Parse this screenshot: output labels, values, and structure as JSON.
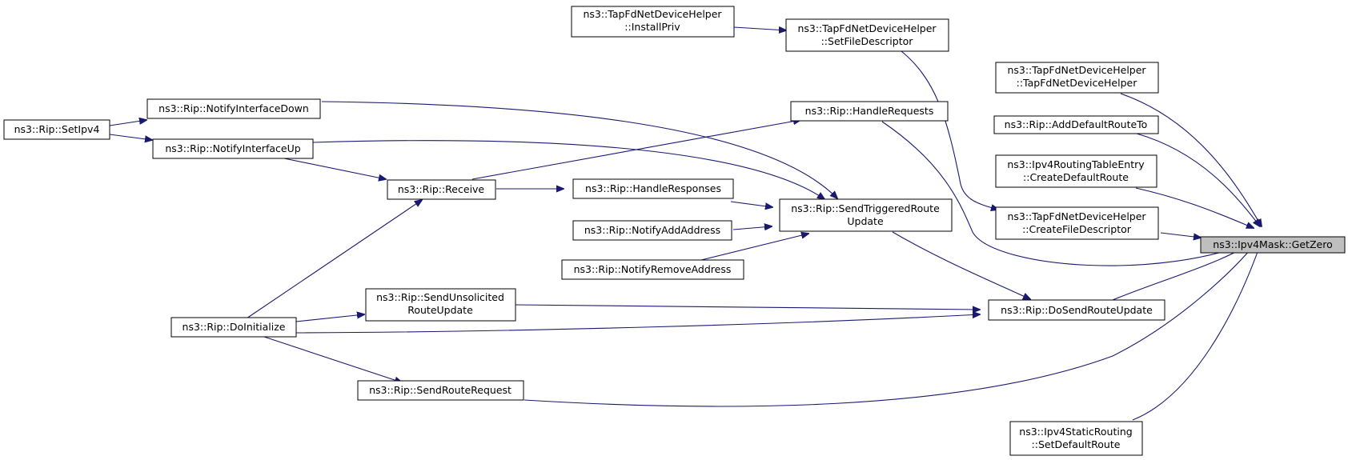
{
  "diagram": {
    "arrow_color": "#191970",
    "focus_fill": "#bfbfbf",
    "nodes": [
      {
        "id": "getzero",
        "lines": [
          "ns3::Ipv4Mask::GetZero"
        ],
        "focus": true
      },
      {
        "id": "tap_installpriv",
        "lines": [
          "ns3::TapFdNetDeviceHelper",
          "::InstallPriv"
        ]
      },
      {
        "id": "tap_setfd",
        "lines": [
          "ns3::TapFdNetDeviceHelper",
          "::SetFileDescriptor"
        ]
      },
      {
        "id": "tap_ctor",
        "lines": [
          "ns3::TapFdNetDeviceHelper",
          "::TapFdNetDeviceHelper"
        ]
      },
      {
        "id": "rip_adddefault",
        "lines": [
          "ns3::Rip::AddDefaultRouteTo"
        ]
      },
      {
        "id": "ipv4rte_createdefault",
        "lines": [
          "ns3::Ipv4RoutingTableEntry",
          "::CreateDefaultRoute"
        ]
      },
      {
        "id": "tap_createfd",
        "lines": [
          "ns3::TapFdNetDeviceHelper",
          "::CreateFileDescriptor"
        ]
      },
      {
        "id": "rip_setipv4",
        "lines": [
          "ns3::Rip::SetIpv4"
        ]
      },
      {
        "id": "rip_ifdown",
        "lines": [
          "ns3::Rip::NotifyInterfaceDown"
        ]
      },
      {
        "id": "rip_ifup",
        "lines": [
          "ns3::Rip::NotifyInterfaceUp"
        ]
      },
      {
        "id": "rip_handlerequests",
        "lines": [
          "ns3::Rip::HandleRequests"
        ]
      },
      {
        "id": "rip_receive",
        "lines": [
          "ns3::Rip::Receive"
        ]
      },
      {
        "id": "rip_handleresponses",
        "lines": [
          "ns3::Rip::HandleResponses"
        ]
      },
      {
        "id": "rip_sendtriggered",
        "lines": [
          "ns3::Rip::SendTriggeredRoute",
          "Update"
        ]
      },
      {
        "id": "rip_notifyadd",
        "lines": [
          "ns3::Rip::NotifyAddAddress"
        ]
      },
      {
        "id": "rip_notifyremove",
        "lines": [
          "ns3::Rip::NotifyRemoveAddress"
        ]
      },
      {
        "id": "rip_sendunsolicited",
        "lines": [
          "ns3::Rip::SendUnsolicited",
          "RouteUpdate"
        ]
      },
      {
        "id": "rip_doinitialize",
        "lines": [
          "ns3::Rip::DoInitialize"
        ]
      },
      {
        "id": "rip_dosend",
        "lines": [
          "ns3::Rip::DoSendRouteUpdate"
        ]
      },
      {
        "id": "rip_sendrequest",
        "lines": [
          "ns3::Rip::SendRouteRequest"
        ]
      },
      {
        "id": "static_setdefault",
        "lines": [
          "ns3::Ipv4StaticRouting",
          "::SetDefaultRoute"
        ]
      }
    ],
    "edges": [
      {
        "from": "tap_installpriv",
        "to": "tap_setfd"
      },
      {
        "from": "tap_setfd",
        "to": "tap_createfd"
      },
      {
        "from": "tap_ctor",
        "to": "getzero"
      },
      {
        "from": "rip_adddefault",
        "to": "getzero"
      },
      {
        "from": "ipv4rte_createdefault",
        "to": "getzero"
      },
      {
        "from": "tap_createfd",
        "to": "getzero"
      },
      {
        "from": "rip_handlerequests",
        "to": "getzero"
      },
      {
        "from": "rip_dosend",
        "to": "getzero"
      },
      {
        "from": "rip_sendrequest",
        "to": "getzero"
      },
      {
        "from": "static_setdefault",
        "to": "getzero"
      },
      {
        "from": "rip_setipv4",
        "to": "rip_ifdown"
      },
      {
        "from": "rip_setipv4",
        "to": "rip_ifup"
      },
      {
        "from": "rip_ifdown",
        "to": "rip_sendtriggered"
      },
      {
        "from": "rip_ifup",
        "to": "rip_sendtriggered"
      },
      {
        "from": "rip_ifup",
        "to": "rip_receive"
      },
      {
        "from": "rip_receive",
        "to": "rip_handlerequests"
      },
      {
        "from": "rip_receive",
        "to": "rip_handleresponses"
      },
      {
        "from": "rip_handleresponses",
        "to": "rip_sendtriggered"
      },
      {
        "from": "rip_notifyadd",
        "to": "rip_sendtriggered"
      },
      {
        "from": "rip_notifyremove",
        "to": "rip_sendtriggered"
      },
      {
        "from": "rip_sendtriggered",
        "to": "rip_dosend"
      },
      {
        "from": "rip_sendunsolicited",
        "to": "rip_dosend"
      },
      {
        "from": "rip_doinitialize",
        "to": "rip_dosend"
      },
      {
        "from": "rip_doinitialize",
        "to": "rip_receive"
      },
      {
        "from": "rip_doinitialize",
        "to": "rip_sendunsolicited"
      },
      {
        "from": "rip_doinitialize",
        "to": "rip_sendrequest"
      }
    ]
  }
}
